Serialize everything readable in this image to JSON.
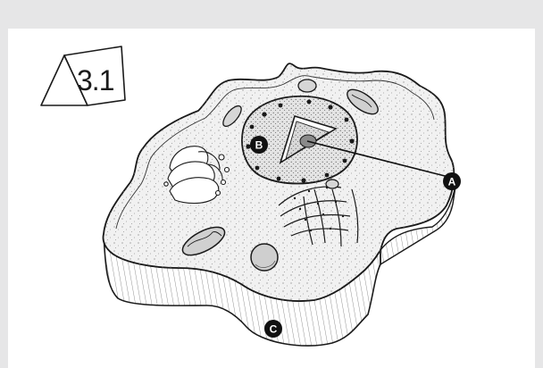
{
  "figure": {
    "tag": "3.1"
  },
  "labels": [
    {
      "id": "A",
      "text": "A"
    },
    {
      "id": "B",
      "text": "B"
    },
    {
      "id": "C",
      "text": "C"
    }
  ],
  "colors": {
    "background": "#e6e6e7",
    "panel": "#ffffff",
    "ink": "#1a1a1a",
    "cytoplasm": "#f1f1f1",
    "marker": "#111111"
  }
}
